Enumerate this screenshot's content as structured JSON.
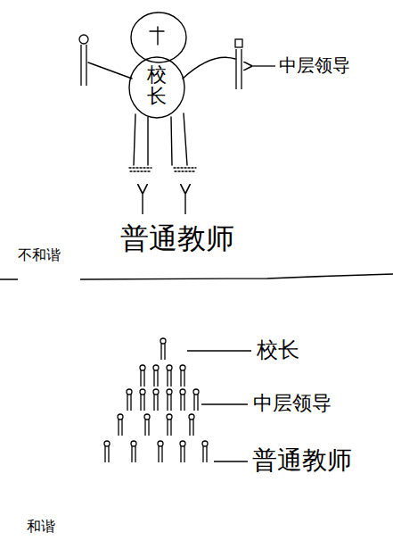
{
  "diagram": {
    "labels": [
      "校长",
      "中层领导",
      "普通教师",
      "不和谐",
      "校长",
      "中层领导",
      "普通教师",
      "和谐"
    ]
  }
}
